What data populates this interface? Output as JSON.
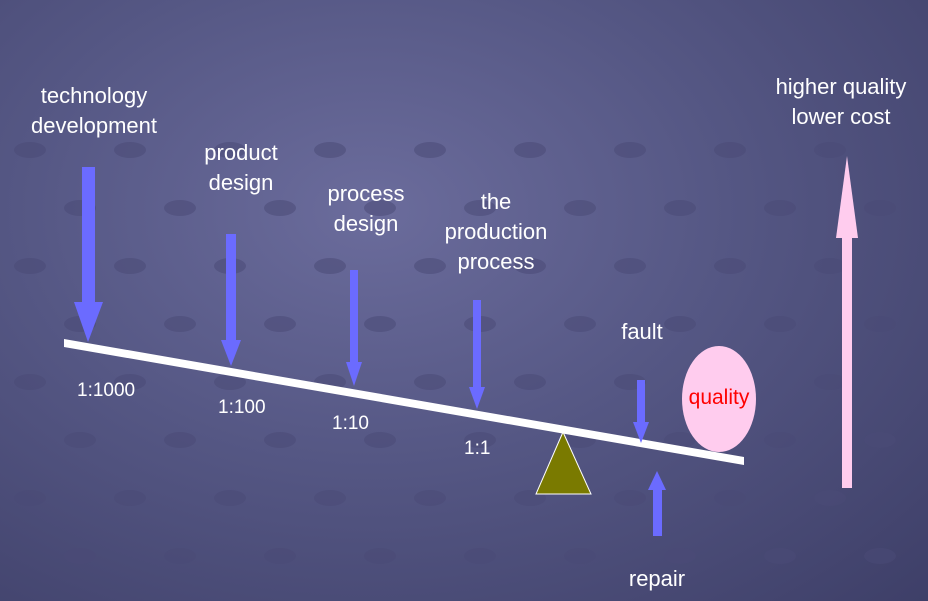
{
  "stages": [
    {
      "label": "technology\ndevelopment",
      "ratio": "1:1000"
    },
    {
      "label": "product\ndesign",
      "ratio": "1:100"
    },
    {
      "label": "process\ndesign",
      "ratio": "1:10"
    },
    {
      "label": "the\nproduction\nprocess",
      "ratio": "1:1"
    }
  ],
  "fault_label": "fault",
  "repair_label": "repair",
  "quality_label": "quality",
  "outcome_label": "higher quality\nlower cost",
  "colors": {
    "background": "#555784",
    "arrow": "#6b6bff",
    "beam": "#ffffff",
    "fulcrum": "#7a7a00",
    "quality_fill": "#ffccee",
    "quality_text": "#ff0000",
    "outcome_arrow": "#ffccee"
  }
}
